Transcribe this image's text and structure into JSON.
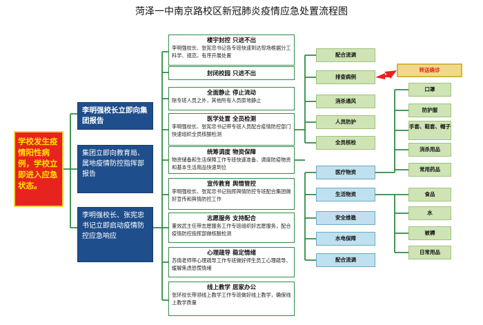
{
  "title": "菏泽一中南京路校区新冠肺炎疫情应急处置流程图",
  "root": "学校发生疫情阳性病例，学校立即进入应急状态。",
  "level1": [
    "李明强校长立即向集团报告",
    "集团立即向教育局、属地疫情防控指挥部报告",
    "李明强校长、张宪忠书记立即启动疫情防控应急响应"
  ],
  "tasks": [
    {
      "title": "楼宇封控  只进不出",
      "desc": "李明强校长、张宪忠书记各专班快速到达现场根据分工科学、规范、有序开展处置"
    },
    {
      "title": "封闭校园  只进不出",
      "desc": ""
    },
    {
      "title": "全面静止  停止流动",
      "desc": "除专班人员之外，其他所有人员原地静止"
    },
    {
      "title": "医学处置  全员检测",
      "desc": "李明强校长、张宪忠书记带专班人员配合疫情防控部门快速组织全员核酸检测"
    },
    {
      "title": "统筹调度  物资保障",
      "desc": "物资储备和生活保障工作专班快速准备、调度防疫物资和基本生活用品快速到位"
    },
    {
      "title": "宣传教育  舆情管控",
      "desc": "李明强校长、张宪忠书记指挥舆情防控专班配合集团做好宣传和舆情防控工作"
    },
    {
      "title": "志愿服务  支持配合",
      "desc": "董效武主任带志愿服务工作专班组织好志愿服务，配合疫情防控指挥部做核酸检测"
    },
    {
      "title": "心理疏导  稳定情绪",
      "desc": "苏倩老师带心理疏导工作专班做好师生员工心理疏导、缓解焦虑恐慌情绪"
    },
    {
      "title": "线上教学  居家办公",
      "desc": "张环校长带领线上教学工作专班做好线上教学，确保线上教学质量"
    }
  ],
  "medical_steps": [
    "配合流调",
    "排查病例",
    "消杀通风",
    "人员防护",
    "全员核检"
  ],
  "highlight": "转送确诊",
  "supply_steps": [
    "医疗物资",
    "生活物资",
    "安全维稳",
    "水电保障",
    "配合流调"
  ],
  "medical_supplies": [
    "口罩",
    "防护服",
    "手套、鞋套、帽子",
    "消杀用品",
    "常用药品"
  ],
  "living_supplies": [
    "食品",
    "水",
    "被褥",
    "日常用品"
  ]
}
